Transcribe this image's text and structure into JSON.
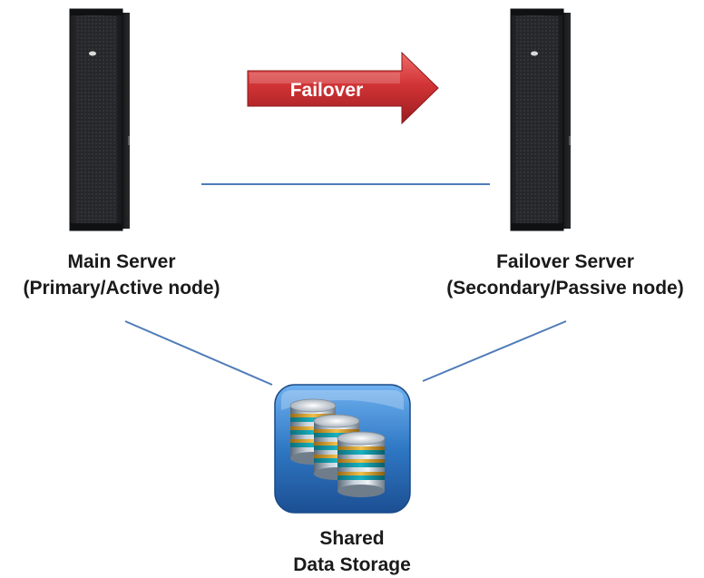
{
  "failover_arrow": {
    "label": "Failover",
    "color": "#c0282c"
  },
  "main_server": {
    "name": "Main Server",
    "role": "(Primary/Active node)",
    "icon": "server-rack-icon"
  },
  "failover_server": {
    "name": "Failover Server",
    "role": "(Secondary/Passive node)",
    "icon": "server-rack-icon"
  },
  "shared_storage": {
    "line1": "Shared",
    "line2": "Data Storage",
    "icon": "database-stack-icon",
    "tile_color": "#2f78c4"
  },
  "connector_color": "#4f7cb8"
}
